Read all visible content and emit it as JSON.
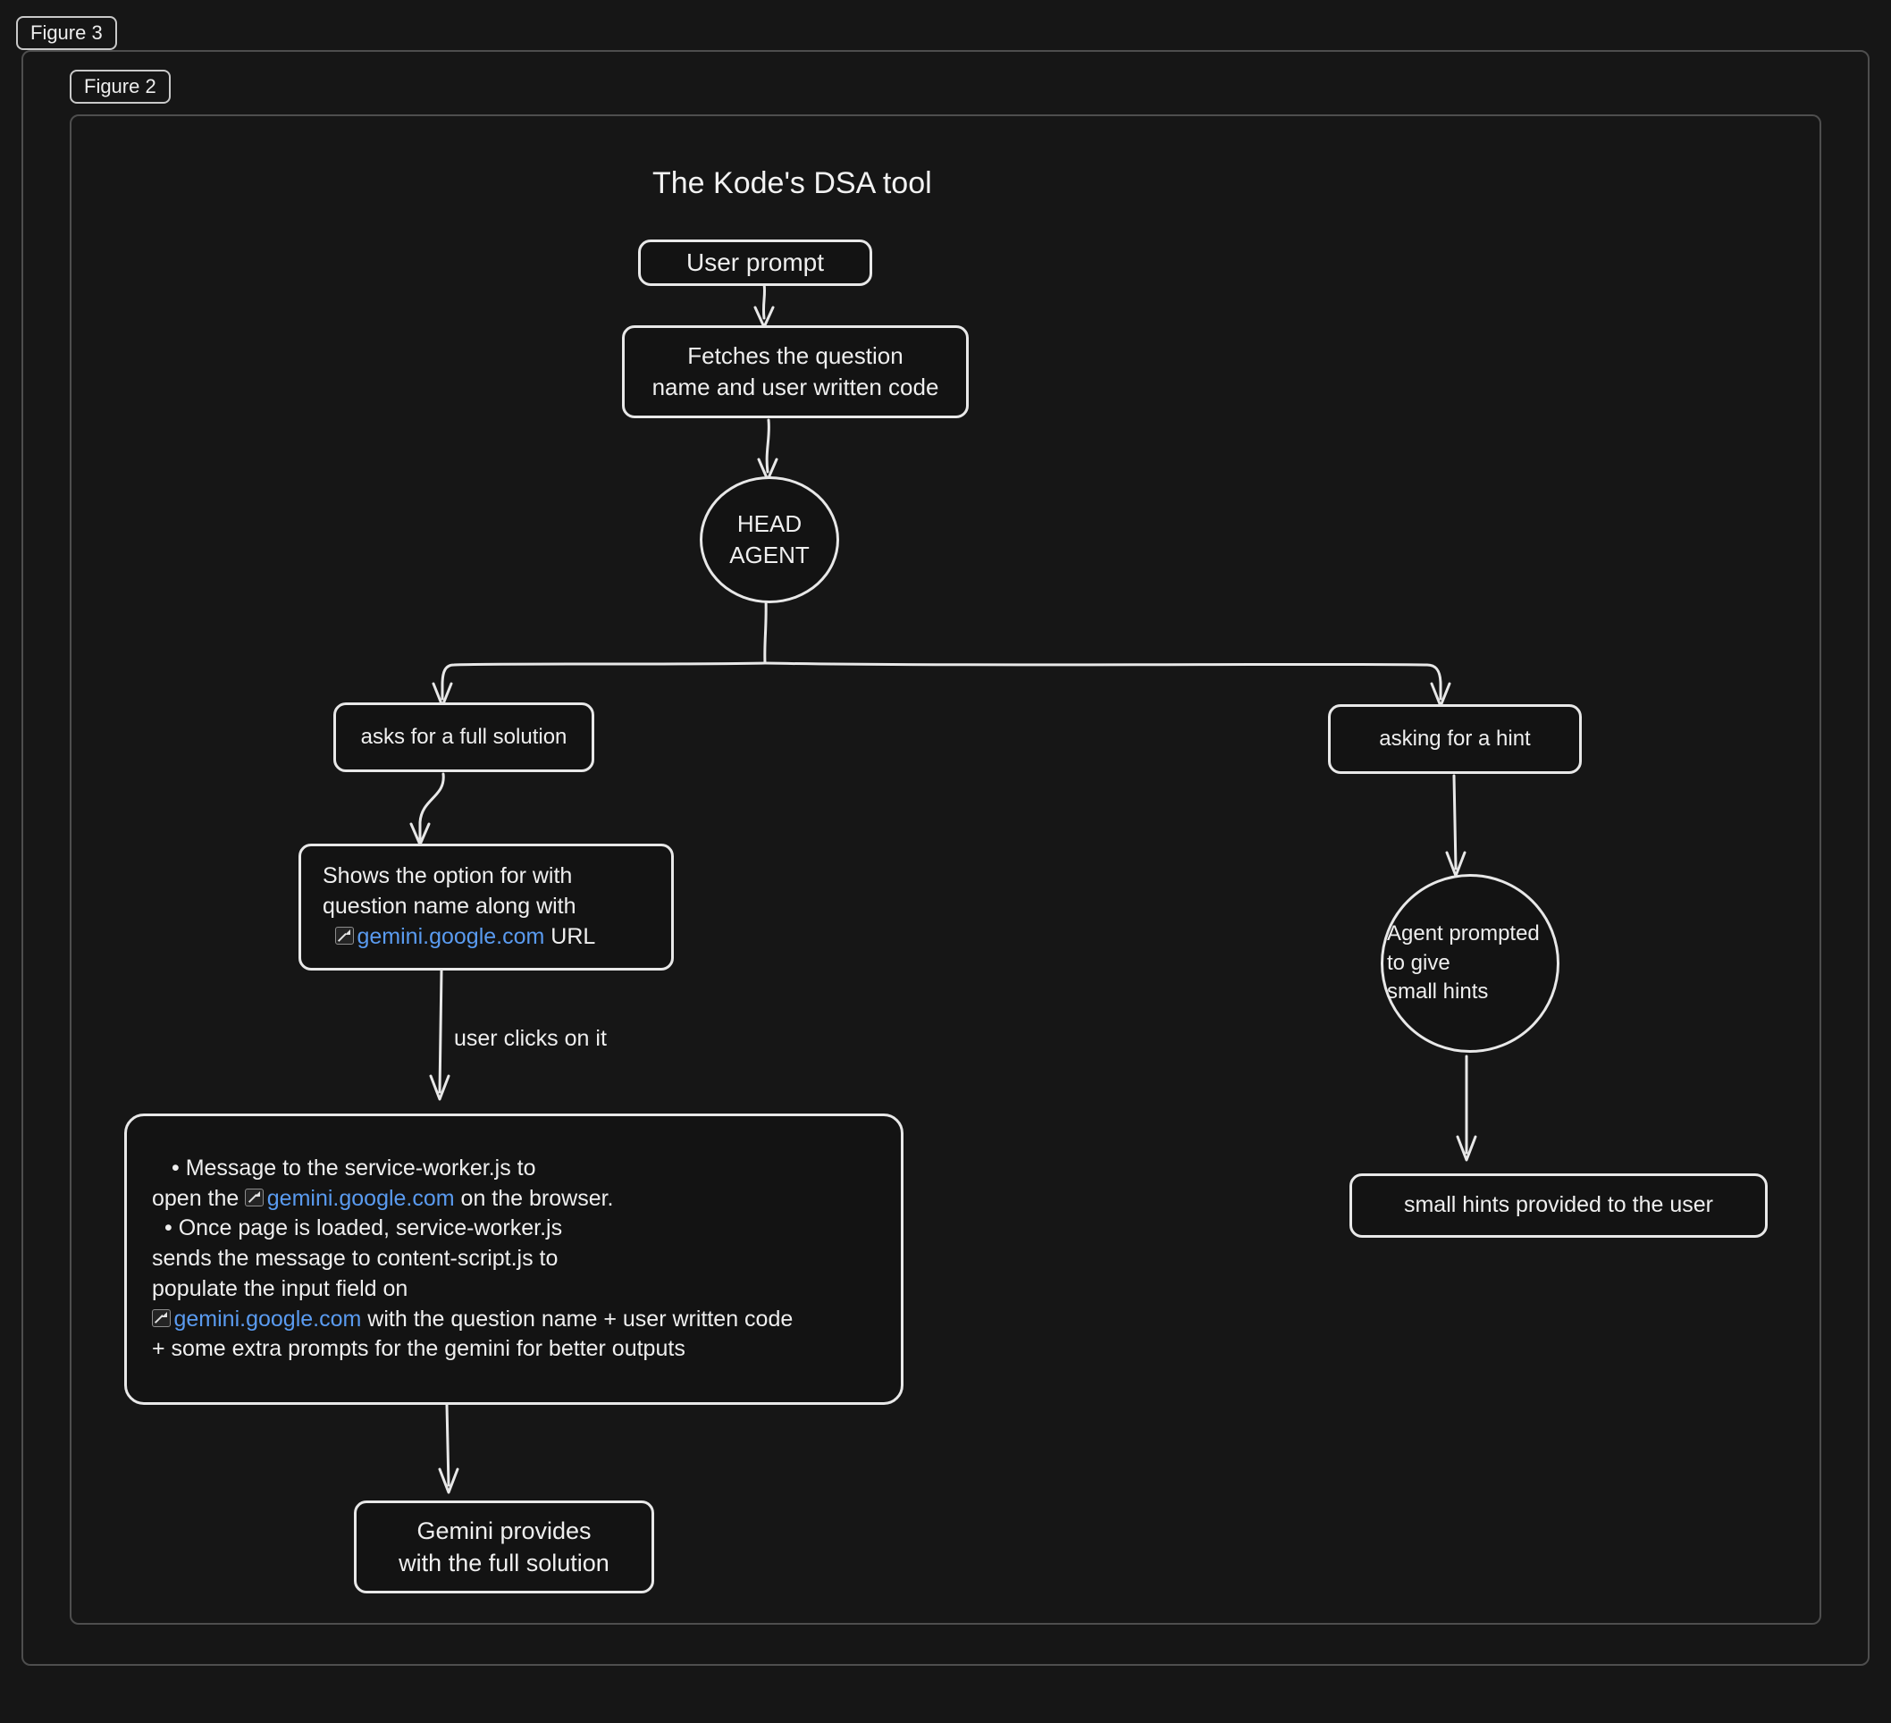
{
  "canvas": {
    "background": "#161616",
    "stroke_color": "#e8e8e8",
    "text_color": "#efefef",
    "link_color": "#5a9bf0",
    "frame_border_color": "#4e4e4e"
  },
  "frames": [
    {
      "label": "Figure 3"
    },
    {
      "label": "Figure 2"
    }
  ],
  "diagram": {
    "title": "The Kode's DSA tool",
    "nodes": {
      "user_prompt": {
        "label": "User prompt",
        "shape": "rounded-rect"
      },
      "fetches": {
        "label": "Fetches the question\nname and user written code",
        "shape": "rounded-rect"
      },
      "head_agent": {
        "label": "HEAD\nAGENT",
        "shape": "circle"
      },
      "full_solution_branch": {
        "label": "asks for a full solution",
        "shape": "rounded-rect"
      },
      "hint_branch": {
        "label": "asking for a hint",
        "shape": "rounded-rect"
      },
      "shows_option": {
        "shape": "rounded-rect",
        "line1": "Shows the option for with",
        "line2": "question name along with",
        "link": "gemini.google.com",
        "line3_suffix": " URL"
      },
      "agent_hints": {
        "label": "Agent prompted\nto give\nsmall hints",
        "shape": "circle"
      },
      "service_worker": {
        "shape": "rounded-rect",
        "line1": "• Message to the service-worker.js to",
        "line2_prefix": "open the ",
        "line2_link": "gemini.google.com",
        "line2_suffix": " on the browser.",
        "line3": "• Once page is loaded, service-worker.js",
        "line4": "sends the message to content-script.js to",
        "line5": " populate the input field on",
        "line6_link": "gemini.google.com",
        "line6_suffix": " with the question name + user written code",
        "line7": "+ some extra prompts for the gemini for better outputs"
      },
      "gemini_solution": {
        "label": "Gemini provides\nwith the full solution",
        "shape": "rounded-rect"
      },
      "small_hints": {
        "label": "small hints provided to the user",
        "shape": "rounded-rect"
      }
    },
    "edge_labels": {
      "user_clicks": "user clicks on it"
    }
  }
}
